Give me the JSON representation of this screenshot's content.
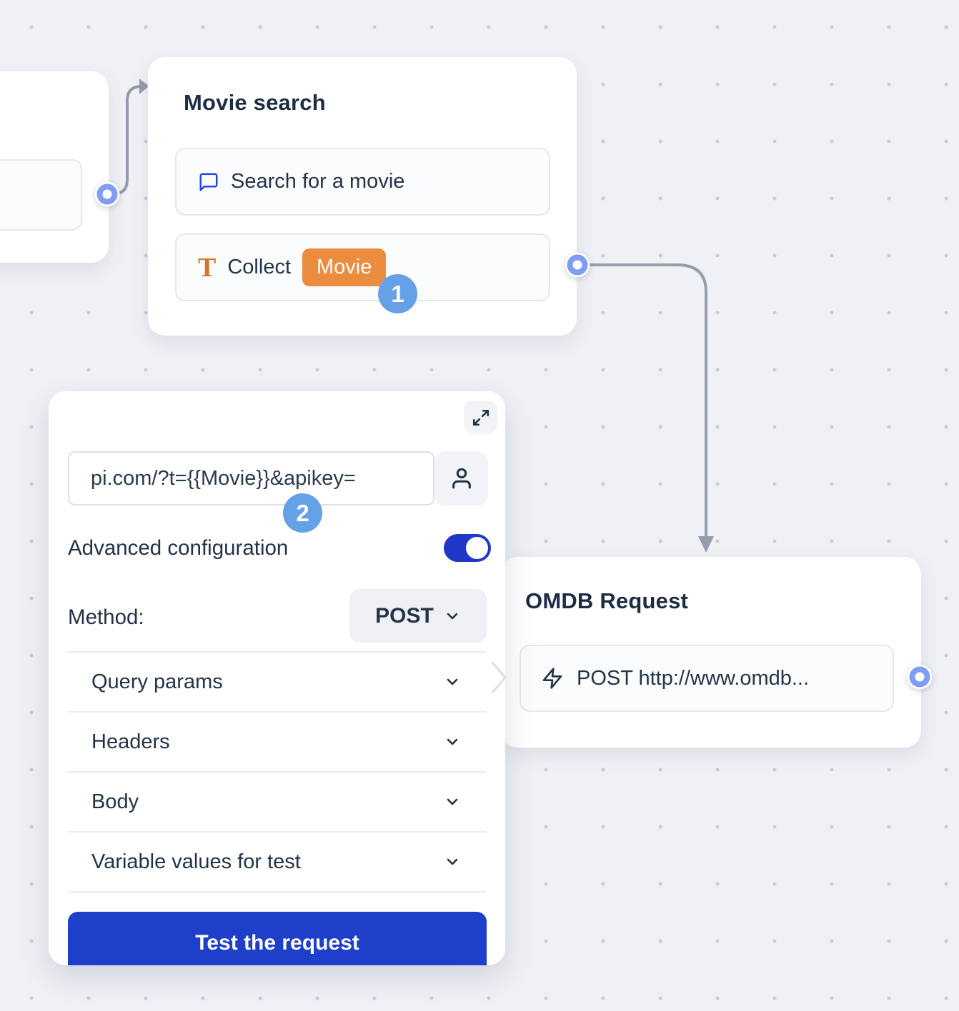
{
  "canvas": {
    "type": "flow-builder-canvas",
    "background_color": "#eff1f5",
    "dot_color": "#c7ccda"
  },
  "nodes": {
    "movie_search": {
      "title": "Movie search",
      "items": [
        {
          "icon": "chat-bubble-icon",
          "label": "Search for a movie"
        },
        {
          "icon": "text-input-icon",
          "label": "Collect",
          "variable_chip": "Movie"
        }
      ]
    },
    "omdb_request": {
      "title": "OMDB Request",
      "items": [
        {
          "icon": "lightning-icon",
          "label": "POST http://www.omdb..."
        }
      ]
    }
  },
  "panel": {
    "expand_icon": "expand-icon",
    "url_input": {
      "value": "pi.com/?t={{Movie}}&apikey=",
      "icon": "person-icon"
    },
    "advanced_configuration": {
      "label": "Advanced configuration",
      "enabled": true
    },
    "method": {
      "label": "Method:",
      "value": "POST"
    },
    "sections": [
      {
        "label": "Query params"
      },
      {
        "label": "Headers"
      },
      {
        "label": "Body"
      },
      {
        "label": "Variable values for test"
      }
    ],
    "test_button_label": "Test the request"
  },
  "annotations": {
    "badges": [
      "1",
      "2"
    ]
  },
  "colors": {
    "primary_blue": "#1e3fc9",
    "toggle_blue": "#2038c8",
    "step_badge_blue": "#66a1e8",
    "variable_chip_orange": "#ec8c3e",
    "port_ring_blue": "#7f9ef2",
    "connector_gray": "#969cab",
    "text_dark": "#223349",
    "chat_icon_blue": "#2447dd",
    "text_icon_orange": "#d0752b"
  }
}
